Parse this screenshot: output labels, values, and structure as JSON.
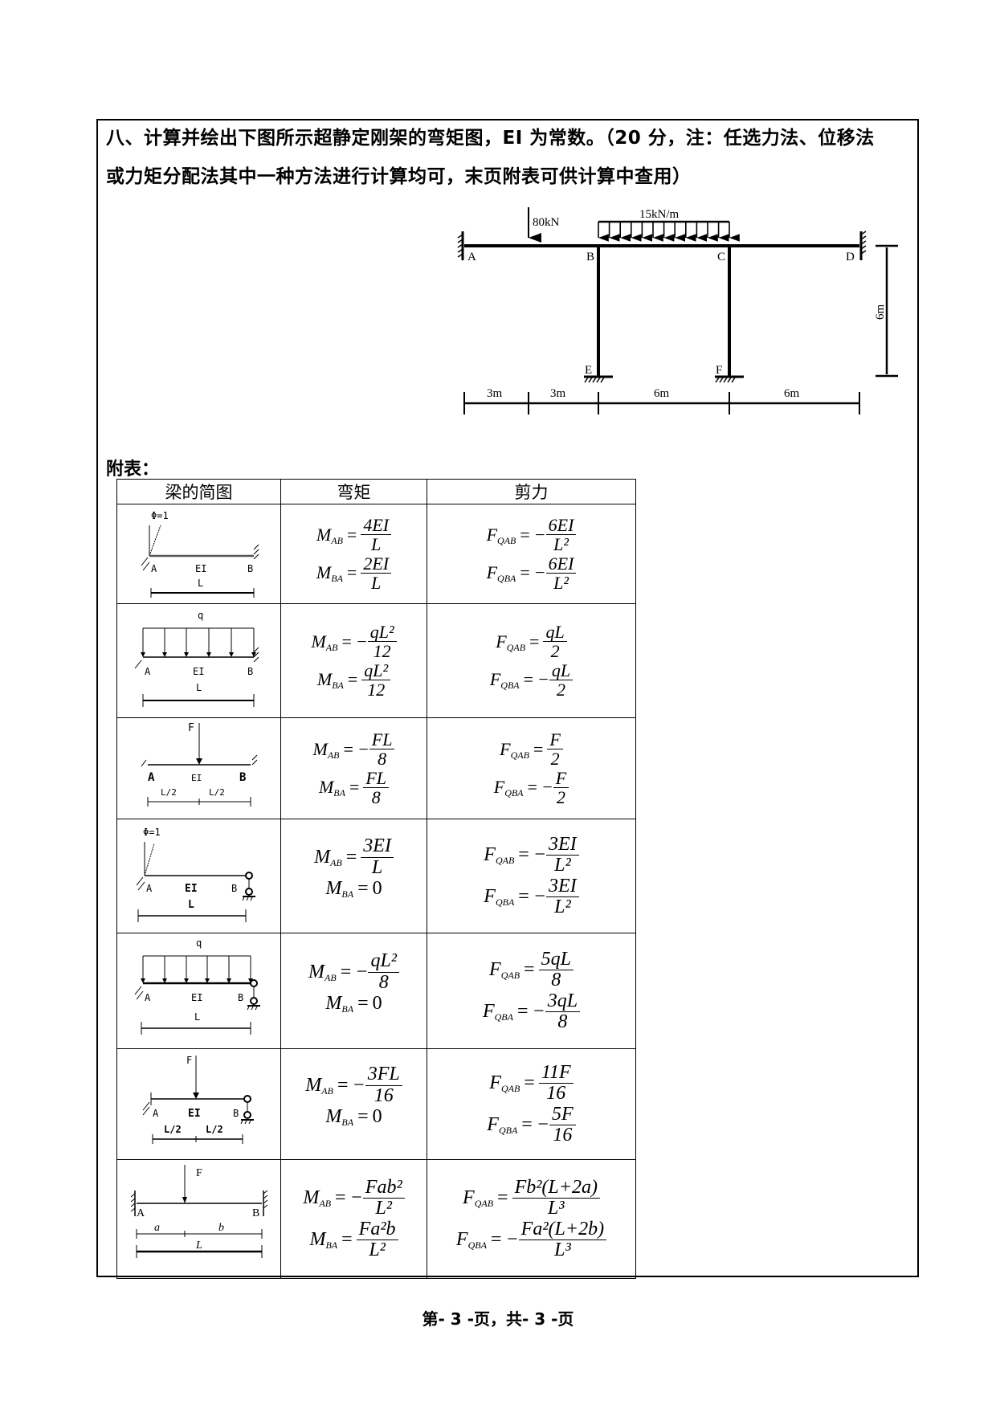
{
  "question": {
    "line1": "八、计算并绘出下图所示超静定刚架的弯矩图，EI 为常数。（20 分，注：任选力法、位移法",
    "line2": "或力矩分配法其中一种方法进行计算均可，末页附表可供计算中查用）"
  },
  "figure": {
    "nodes": [
      "A",
      "B",
      "C",
      "D",
      "E",
      "F"
    ],
    "point_load": "80kN",
    "distributed_load": "15kN/m",
    "dims_horizontal": [
      "3m",
      "3m",
      "6m",
      "6m"
    ],
    "dim_vertical": "6m"
  },
  "appendix": {
    "title": "附表：",
    "headers": [
      "梁的简图",
      "弯矩",
      "剪力"
    ],
    "rows": [
      {
        "diagram": {
          "top": "Φ=1",
          "labels": [
            "A",
            "EI",
            "B"
          ],
          "span": "L"
        },
        "moment": [
          {
            "lhs": "M",
            "sub": "AB",
            "sign": "",
            "num": "4EI",
            "den": "L"
          },
          {
            "lhs": "M",
            "sub": "BA",
            "sign": "",
            "num": "2EI",
            "den": "L"
          }
        ],
        "shear": [
          {
            "lhs": "F",
            "sub": "QAB",
            "sign": "−",
            "num": "6EI",
            "den": "L²"
          },
          {
            "lhs": "F",
            "sub": "QBA",
            "sign": "−",
            "num": "6EI",
            "den": "L²"
          }
        ]
      },
      {
        "diagram": {
          "top": "q",
          "labels": [
            "A",
            "EI",
            "B"
          ],
          "span": "L"
        },
        "moment": [
          {
            "lhs": "M",
            "sub": "AB",
            "sign": "−",
            "num": "qL²",
            "den": "12"
          },
          {
            "lhs": "M",
            "sub": "BA",
            "sign": "",
            "num": "qL²",
            "den": "12"
          }
        ],
        "shear": [
          {
            "lhs": "F",
            "sub": "QAB",
            "sign": "",
            "num": "qL",
            "den": "2"
          },
          {
            "lhs": "F",
            "sub": "QBA",
            "sign": "−",
            "num": "qL",
            "den": "2"
          }
        ]
      },
      {
        "diagram": {
          "top": "F",
          "labels": [
            "A",
            "EI",
            "B"
          ],
          "span": [
            "L/2",
            "L/2"
          ]
        },
        "moment": [
          {
            "lhs": "M",
            "sub": "AB",
            "sign": "−",
            "num": "FL",
            "den": "8"
          },
          {
            "lhs": "M",
            "sub": "BA",
            "sign": "",
            "num": "FL",
            "den": "8"
          }
        ],
        "shear": [
          {
            "lhs": "F",
            "sub": "QAB",
            "sign": "",
            "num": "F",
            "den": "2"
          },
          {
            "lhs": "F",
            "sub": "QBA",
            "sign": "−",
            "num": "F",
            "den": "2"
          }
        ]
      },
      {
        "diagram": {
          "top": "Φ=1",
          "labels": [
            "A",
            "EI",
            "B"
          ],
          "span": "L"
        },
        "moment": [
          {
            "lhs": "M",
            "sub": "AB",
            "sign": "",
            "num": "3EI",
            "den": "L"
          },
          {
            "lhs": "M",
            "sub": "BA",
            "value": "0"
          }
        ],
        "shear": [
          {
            "lhs": "F",
            "sub": "QAB",
            "sign": "−",
            "num": "3EI",
            "den": "L²"
          },
          {
            "lhs": "F",
            "sub": "QBA",
            "sign": "−",
            "num": "3EI",
            "den": "L²"
          }
        ]
      },
      {
        "diagram": {
          "top": "q",
          "labels": [
            "A",
            "EI",
            "B"
          ],
          "span": "L"
        },
        "moment": [
          {
            "lhs": "M",
            "sub": "AB",
            "sign": "−",
            "num": "qL²",
            "den": "8"
          },
          {
            "lhs": "M",
            "sub": "BA",
            "value": "0"
          }
        ],
        "shear": [
          {
            "lhs": "F",
            "sub": "QAB",
            "sign": "",
            "num": "5qL",
            "den": "8"
          },
          {
            "lhs": "F",
            "sub": "QBA",
            "sign": "−",
            "num": "3qL",
            "den": "8"
          }
        ]
      },
      {
        "diagram": {
          "top": "F",
          "labels": [
            "A",
            "EI",
            "B"
          ],
          "span": [
            "L/2",
            "L/2"
          ]
        },
        "moment": [
          {
            "lhs": "M",
            "sub": "AB",
            "sign": "−",
            "num": "3FL",
            "den": "16"
          },
          {
            "lhs": "M",
            "sub": "BA",
            "value": "0"
          }
        ],
        "shear": [
          {
            "lhs": "F",
            "sub": "QAB",
            "sign": "",
            "num": "11F",
            "den": "16"
          },
          {
            "lhs": "F",
            "sub": "QBA",
            "sign": "−",
            "num": "5F",
            "den": "16"
          }
        ]
      },
      {
        "diagram": {
          "top": "F",
          "labels": [
            "A",
            "B"
          ],
          "span": [
            "a",
            "b"
          ],
          "total": "L"
        },
        "moment": [
          {
            "lhs": "M",
            "sub": "AB",
            "sign": "−",
            "num": "Fab²",
            "den": "L²"
          },
          {
            "lhs": "M",
            "sub": "BA",
            "sign": "",
            "num": "Fa²b",
            "den": "L²"
          }
        ],
        "shear": [
          {
            "lhs": "F",
            "sub": "QAB",
            "sign": "",
            "num": "Fb²(L+2a)",
            "den": "L³"
          },
          {
            "lhs": "F",
            "sub": "QBA",
            "sign": "−",
            "num": "Fa²(L+2b)",
            "den": "L³"
          }
        ]
      }
    ]
  },
  "footer": "第- 3 -页，共- 3 -页"
}
